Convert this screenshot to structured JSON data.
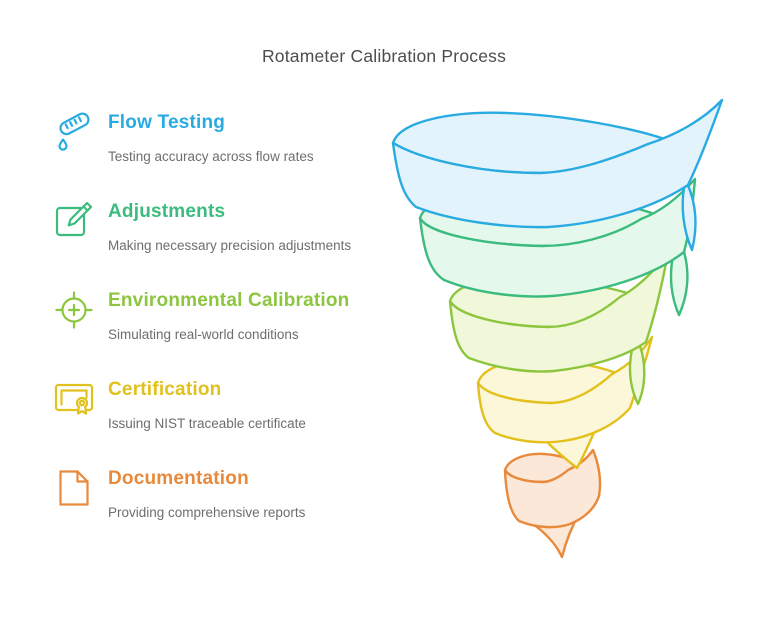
{
  "title": "Rotameter Calibration Process",
  "steps": [
    {
      "label": "Flow Testing",
      "description": "Testing accuracy across flow rates",
      "color": "#29ABE2",
      "fill": "#E3F3FC",
      "icon": "test-tube-drop-icon"
    },
    {
      "label": "Adjustments",
      "description": "Making necessary precision adjustments",
      "color": "#3BBB7E",
      "fill": "#E4F8EC",
      "icon": "pencil-square-icon"
    },
    {
      "label": "Environmental Calibration",
      "description": "Simulating real-world conditions",
      "color": "#8CC63F",
      "fill": "#F0F8D9",
      "icon": "crosshair-target-icon"
    },
    {
      "label": "Certification",
      "description": "Issuing NIST traceable certificate",
      "color": "#E2C11C",
      "fill": "#FCF7D8",
      "icon": "certificate-icon"
    },
    {
      "label": "Documentation",
      "description": "Providing comprehensive reports",
      "color": "#E8893B",
      "fill": "#FBE8D8",
      "icon": "document-icon"
    }
  ]
}
